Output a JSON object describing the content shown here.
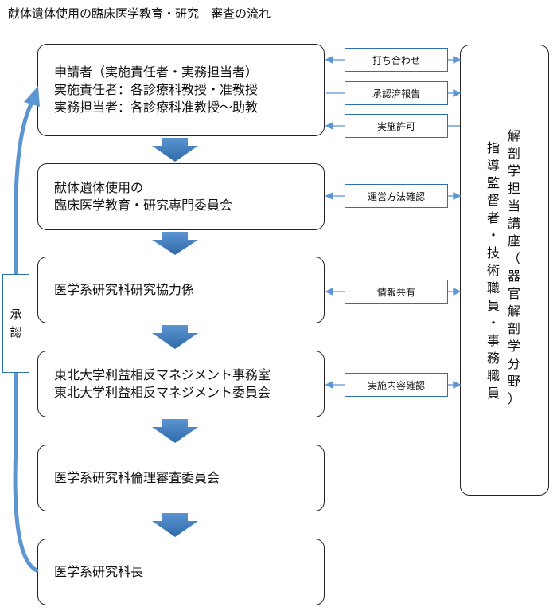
{
  "title": "献体遺体使用の臨床医学教育・研究　審査の流れ",
  "boxes": [
    {
      "lines": [
        "申請者（実施責任者・実務担当者）",
        "実施責任者：各診療科教授・准教授",
        "実務担当者：各診療科准教授～助教"
      ]
    },
    {
      "lines": [
        "献体遺体使用の",
        "臨床医学教育・研究専門委員会"
      ]
    },
    {
      "lines": [
        "医学系研究科研究協力係"
      ]
    },
    {
      "lines": [
        "東北大学利益相反マネジメント事務室",
        "東北大学利益相反マネジメント委員会"
      ]
    },
    {
      "lines": [
        "医学系研究科倫理審査委員会"
      ]
    },
    {
      "lines": [
        "医学系研究科長"
      ]
    }
  ],
  "tags": [
    "打ち合わせ",
    "承認済報告",
    "実施許可",
    "運営方法確認",
    "情報共有",
    "実施内容確認"
  ],
  "right": {
    "col1": [
      "解",
      "剖",
      "学",
      "担",
      "当",
      "講",
      "座",
      "（",
      "器",
      "官",
      "解",
      "剖",
      "学",
      "分",
      "野",
      "）"
    ],
    "col2": [
      "指",
      "導",
      "監",
      "督",
      "者",
      "・",
      "技",
      "術",
      "職",
      "員",
      "・",
      "事",
      "務",
      "職",
      "員"
    ]
  },
  "approve": [
    "承",
    "認"
  ]
}
